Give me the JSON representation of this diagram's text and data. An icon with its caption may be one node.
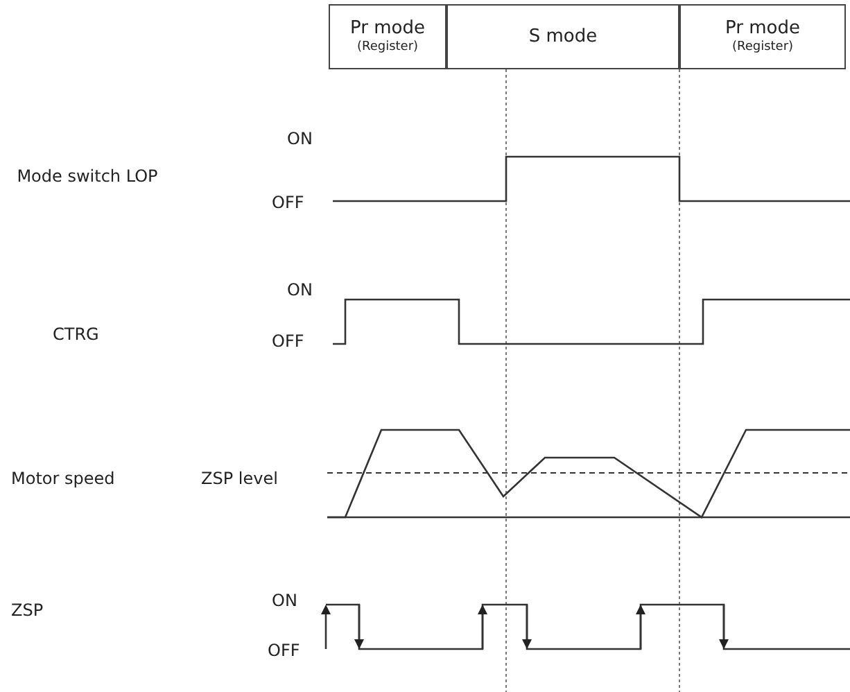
{
  "diagram": {
    "nodes": [
      {
        "text": [
          "Pr mode",
          "(Register)"
        ]
      },
      {
        "text": [
          "S mode"
        ]
      },
      {
        "text": [
          "Pr mode",
          "(Register)"
        ]
      }
    ],
    "labels": [
      "ON",
      "Mode switch LOP",
      "OFF",
      "ON",
      "CTRG",
      "OFF",
      "Motor speed",
      "ZSP level",
      "ZSP",
      "ON",
      "OFF"
    ]
  }
}
